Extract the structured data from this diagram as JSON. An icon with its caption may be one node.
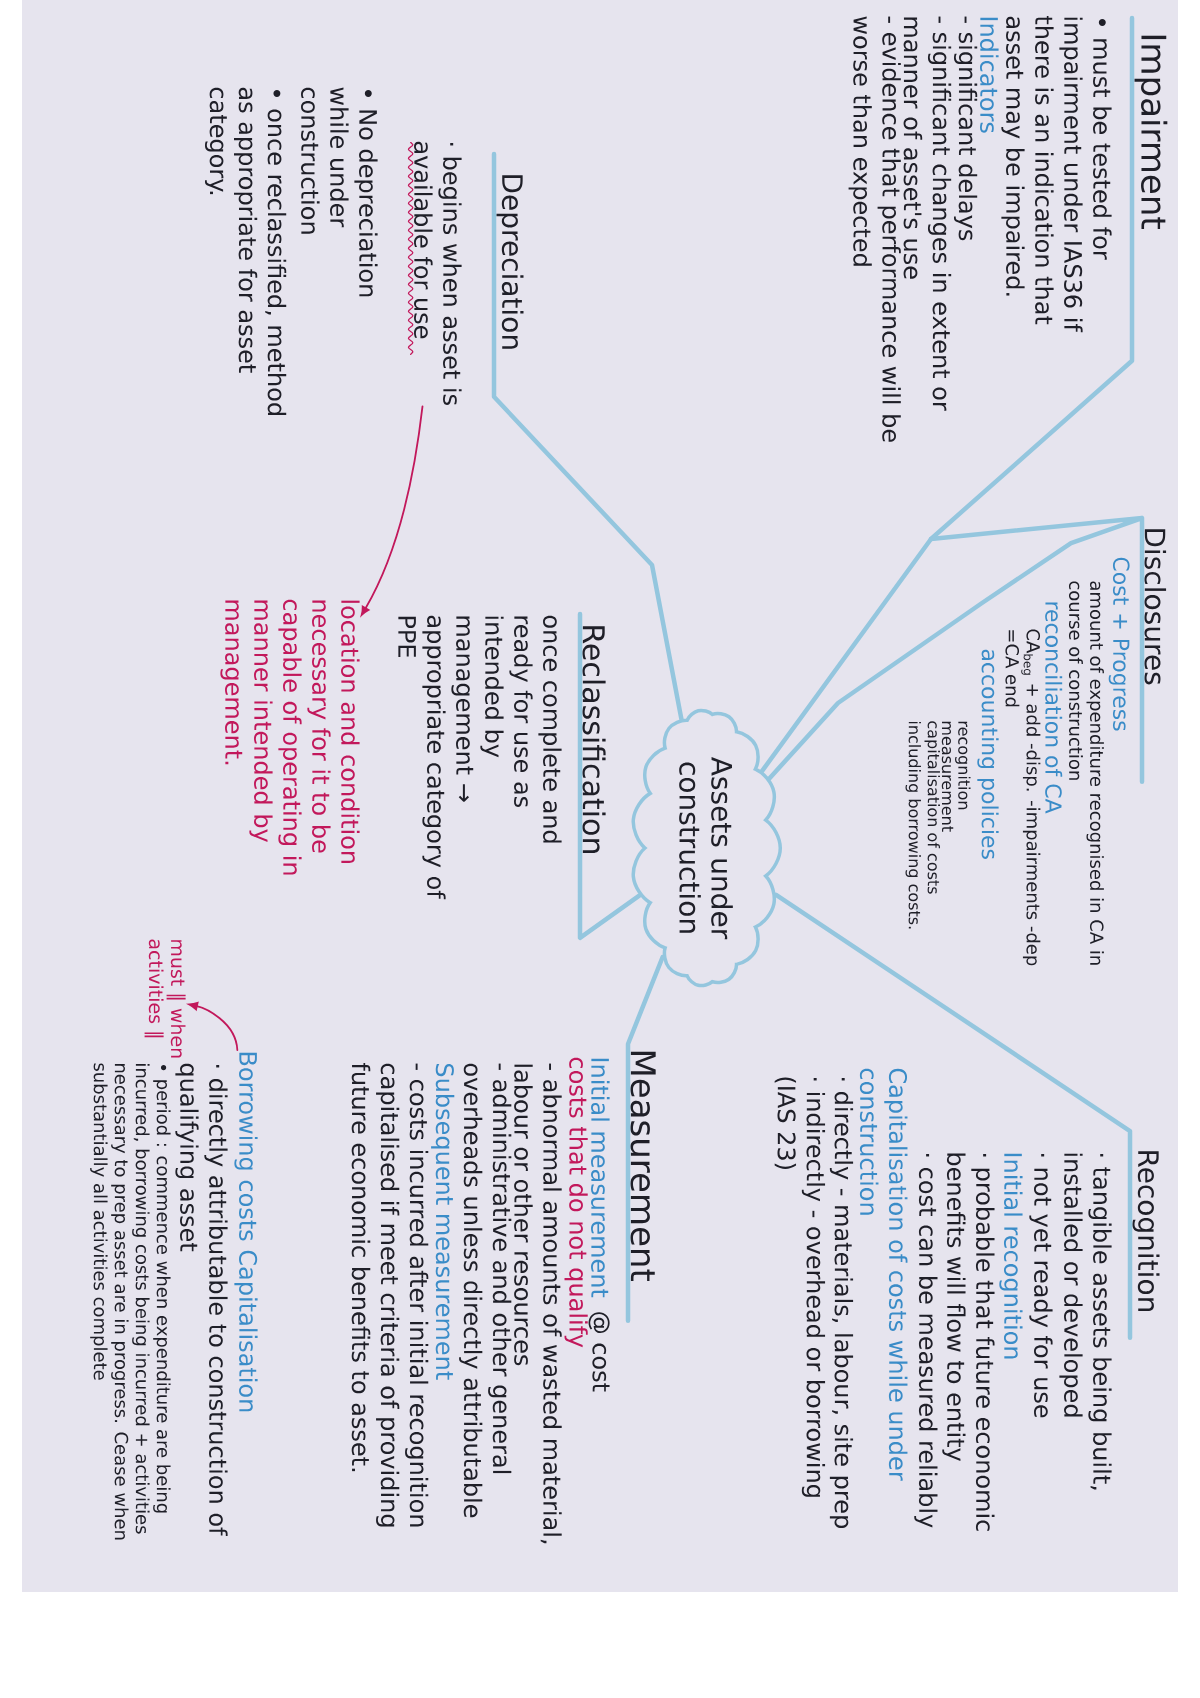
{
  "diagram": {
    "nodes": [
      {
        "text": [
          "Impairment"
        ],
        "beside": [
          "• must be tested for impairment under IAS36 if there is an indication that asset may be impaired.",
          "Indicators",
          "- significant delays",
          "- significant changes in extent or manner of asset's use",
          "- evidence that performance will be worse than expected"
        ]
      },
      {
        "text": [
          "Disclosures"
        ],
        "beside": [
          "Cost + Progress",
          "amount of expenditure recognised in CA in course of construction",
          "reconciliation of CA",
          "CA$_{beg}$ + add -disp. -impairments -dep =CA end",
          "accounting policies",
          "recognition",
          "measurement",
          "capitalisation of costs including borrowing costs."
        ]
      },
      {
        "text": [
          "Recognition"
        ],
        "beside": [
          "· tangible assets being built, installed or developed",
          "· not yet ready for use",
          "Initial recognition",
          "· probable that future economic benefits will flow to entity",
          "· cost can be measured reliably",
          "Capitalisation of costs while under construction",
          "· directly - materials, labour, site prep",
          "· indirectly - overhead or borrowing (IAS 23)"
        ]
      },
      {
        "text": [
          "Depreciation"
        ],
        "beside": [
          "• No depreciation while under construction",
          "• once reclassified, method as appropriate for asset category."
        ]
      },
      {
        "text": [
          "· begins when asset is available for use"
        ]
      },
      {
        "text": [
          "Assets under construction"
        ]
      },
      {
        "text": [
          "Measurement"
        ],
        "beside": [
          "Initial measurement",
          "@ cost",
          "costs that do not qualify",
          "- abnormal amounts of wasted material, labour or other resources",
          "- administrative and other general overheads unless directly attributable",
          "Subsequent measurement",
          "- costs incurred after initial recognition capitalised if meet criteria of providing future economic benefits to asset."
        ]
      },
      {
        "text": [
          "Borrowing costs Capitalisation"
        ],
        "beside": [
          "· directly attributable to construction of qualifying asset",
          "• period : commence when expenditure are being incurred, borrowing costs being incurred + activities necessary to prep asset are in progress. Cease when substantially all activities complete"
        ]
      },
      {
        "text": [
          "Reclassification"
        ],
        "beside": [
          "once complete and ready for use as intended by management → appropriate category of PPE"
        ]
      },
      {
        "text": [
          "location and condition necessary for it to be capable of operating in manner intended by management."
        ]
      },
      {
        "text": [
          "must ‖ when activities ‖"
        ]
      }
    ],
    "edges": [
      {
        "from": 5,
        "to": 0,
        "arrow": "none"
      },
      {
        "from": 5,
        "to": 1,
        "arrow": "none"
      },
      {
        "from": 5,
        "to": 2,
        "arrow": "none"
      },
      {
        "from": 5,
        "to": 3,
        "arrow": "none"
      },
      {
        "from": 5,
        "to": 6,
        "arrow": "none"
      },
      {
        "from": 5,
        "to": 8,
        "arrow": "none"
      },
      {
        "from": 4,
        "to": 9,
        "arrow": "to",
        "color": "#c2185b"
      },
      {
        "from": 7,
        "to": 10,
        "arrow": "to",
        "color": "#c2185b"
      }
    ]
  }
}
